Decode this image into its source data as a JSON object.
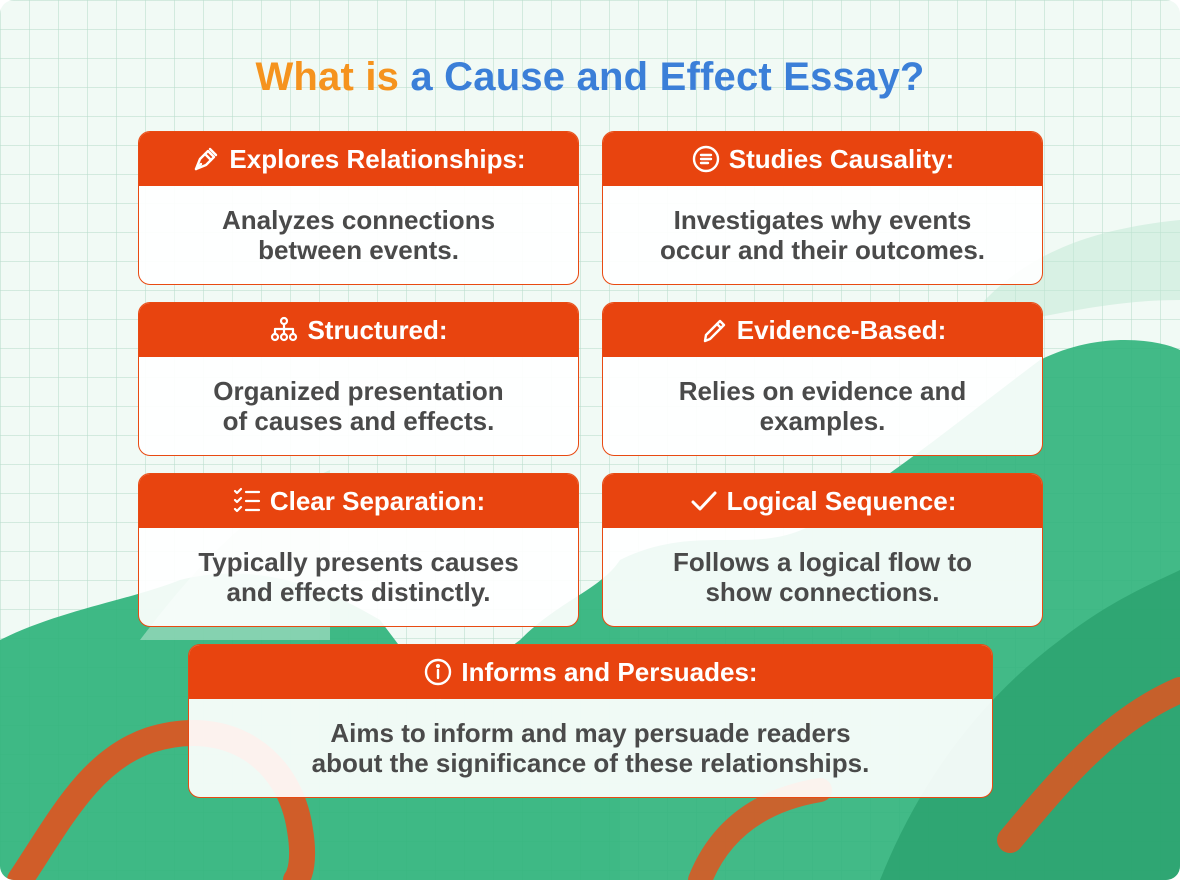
{
  "title": {
    "part1": "What is",
    "part2": "a Cause and Effect Essay?"
  },
  "colors": {
    "header": "#e8440f",
    "title_orange": "#f5931e",
    "title_blue": "#3b7fd8",
    "body_text": "#4a4a4a"
  },
  "cards": [
    {
      "heading": "Explores Relationships:",
      "icon": "pencil-tip-icon",
      "lines": [
        "Analyzes connections",
        "between events."
      ]
    },
    {
      "heading": "Studies Causality:",
      "icon": "document-circle-icon",
      "lines": [
        "Investigates why events",
        "occur and their outcomes."
      ]
    },
    {
      "heading": "Structured:",
      "icon": "hierarchy-icon",
      "lines": [
        "Organized presentation",
        "of causes and effects."
      ]
    },
    {
      "heading": "Evidence-Based:",
      "icon": "pencil-icon",
      "lines": [
        "Relies on evidence and",
        "examples."
      ]
    },
    {
      "heading": "Clear Separation:",
      "icon": "checklist-icon",
      "lines": [
        "Typically presents causes",
        "and effects distinctly."
      ]
    },
    {
      "heading": "Logical Sequence:",
      "icon": "checkmark-icon",
      "lines": [
        "Follows a logical flow to",
        "show connections."
      ]
    },
    {
      "heading": "Informs and Persuades:",
      "icon": "info-icon",
      "lines": [
        "Aims to inform and may persuade readers",
        "about the significance of these relationships."
      ]
    }
  ]
}
